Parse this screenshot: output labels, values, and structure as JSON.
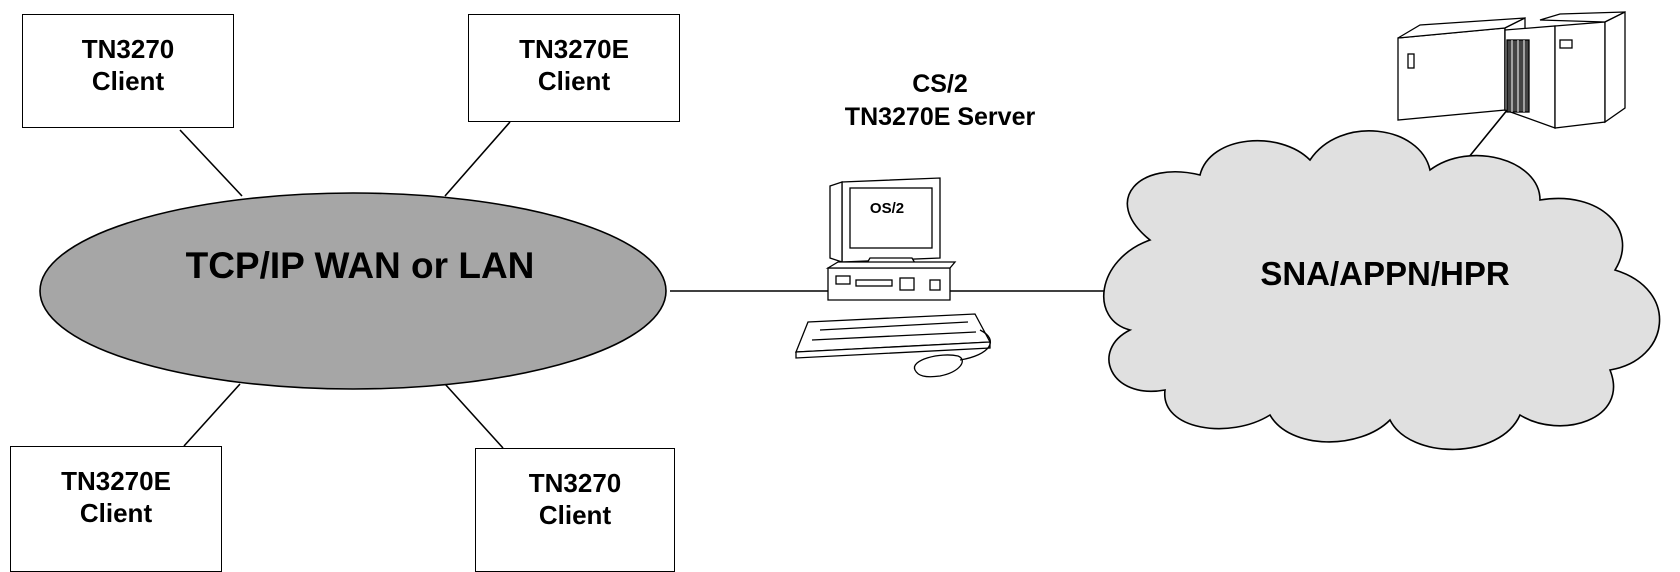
{
  "colors": {
    "network_fill": "#a6a6a6",
    "cloud_fill": "#e0e0e0",
    "stroke": "#000000",
    "device_fill": "#ffffff"
  },
  "clients": [
    {
      "label": "TN3270\nClient"
    },
    {
      "label": "TN3270E\nClient"
    },
    {
      "label": "TN3270E\nClient"
    },
    {
      "label": "TN3270\nClient"
    }
  ],
  "network": {
    "label": "TCP/IP WAN or LAN"
  },
  "server": {
    "title": "CS/2\nTN3270E Server",
    "screen_label": "OS/2"
  },
  "sna": {
    "label": "SNA/APPN/HPR"
  },
  "icons": {
    "server": "pc-workstation-icon",
    "host": "mainframe-icon"
  }
}
